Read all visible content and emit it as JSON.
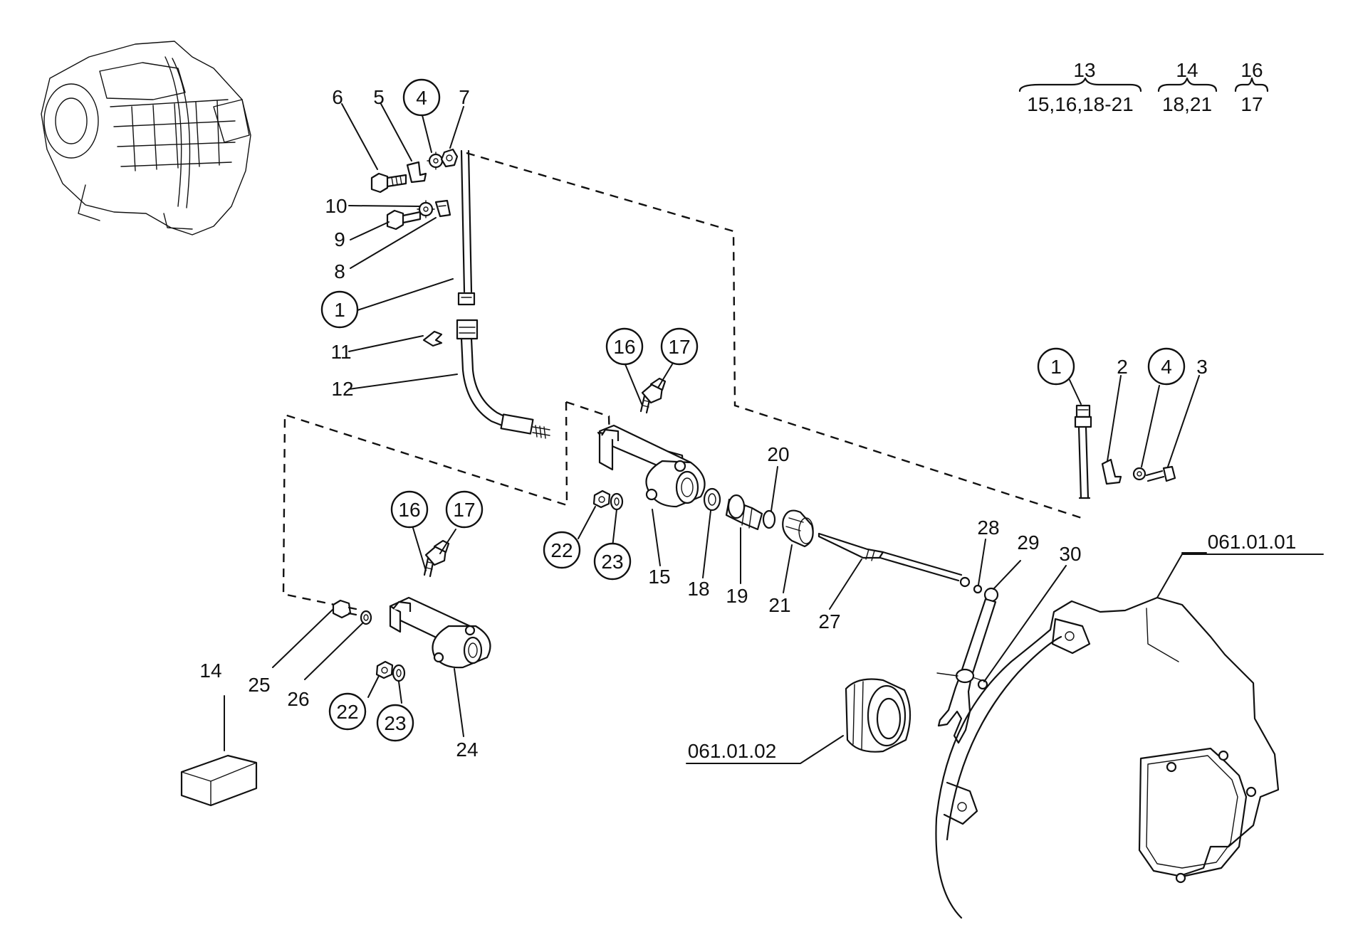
{
  "callouts": [
    {
      "id": "c6",
      "text": "6",
      "circled": false
    },
    {
      "id": "c5",
      "text": "5",
      "circled": false
    },
    {
      "id": "c4a",
      "text": "4",
      "circled": true
    },
    {
      "id": "c7",
      "text": "7",
      "circled": false
    },
    {
      "id": "c10",
      "text": "10",
      "circled": false
    },
    {
      "id": "c9",
      "text": "9",
      "circled": false
    },
    {
      "id": "c8",
      "text": "8",
      "circled": false
    },
    {
      "id": "c1a",
      "text": "1",
      "circled": true
    },
    {
      "id": "c11",
      "text": "11",
      "circled": false
    },
    {
      "id": "c12",
      "text": "12",
      "circled": false
    },
    {
      "id": "c16a",
      "text": "16",
      "circled": true
    },
    {
      "id": "c17a",
      "text": "17",
      "circled": true
    },
    {
      "id": "c22a",
      "text": "22",
      "circled": true
    },
    {
      "id": "c23a",
      "text": "23",
      "circled": true
    },
    {
      "id": "c15",
      "text": "15",
      "circled": false
    },
    {
      "id": "c18",
      "text": "18",
      "circled": false
    },
    {
      "id": "c19",
      "text": "19",
      "circled": false
    },
    {
      "id": "c20",
      "text": "20",
      "circled": false
    },
    {
      "id": "c21",
      "text": "21",
      "circled": false
    },
    {
      "id": "c27",
      "text": "27",
      "circled": false
    },
    {
      "id": "c28",
      "text": "28",
      "circled": false
    },
    {
      "id": "c29",
      "text": "29",
      "circled": false
    },
    {
      "id": "c30",
      "text": "30",
      "circled": false
    },
    {
      "id": "c1b",
      "text": "1",
      "circled": true
    },
    {
      "id": "c2",
      "text": "2",
      "circled": false
    },
    {
      "id": "c4b",
      "text": "4",
      "circled": true
    },
    {
      "id": "c3",
      "text": "3",
      "circled": false
    },
    {
      "id": "c16b",
      "text": "16",
      "circled": true
    },
    {
      "id": "c17b",
      "text": "17",
      "circled": true
    },
    {
      "id": "c25",
      "text": "25",
      "circled": false
    },
    {
      "id": "c26",
      "text": "26",
      "circled": false
    },
    {
      "id": "c22b",
      "text": "22",
      "circled": true
    },
    {
      "id": "c23b",
      "text": "23",
      "circled": true
    },
    {
      "id": "c24",
      "text": "24",
      "circled": false
    },
    {
      "id": "c14",
      "text": "14",
      "circled": false
    },
    {
      "id": "ref1",
      "text": "061.01.01",
      "circled": false
    },
    {
      "id": "ref2",
      "text": "061.01.02",
      "circled": false
    }
  ],
  "kit_legend": [
    {
      "kit": "13",
      "contents": "15,16,18-21"
    },
    {
      "kit": "14",
      "contents": "18,21"
    },
    {
      "kit": "16",
      "contents": "17"
    }
  ]
}
